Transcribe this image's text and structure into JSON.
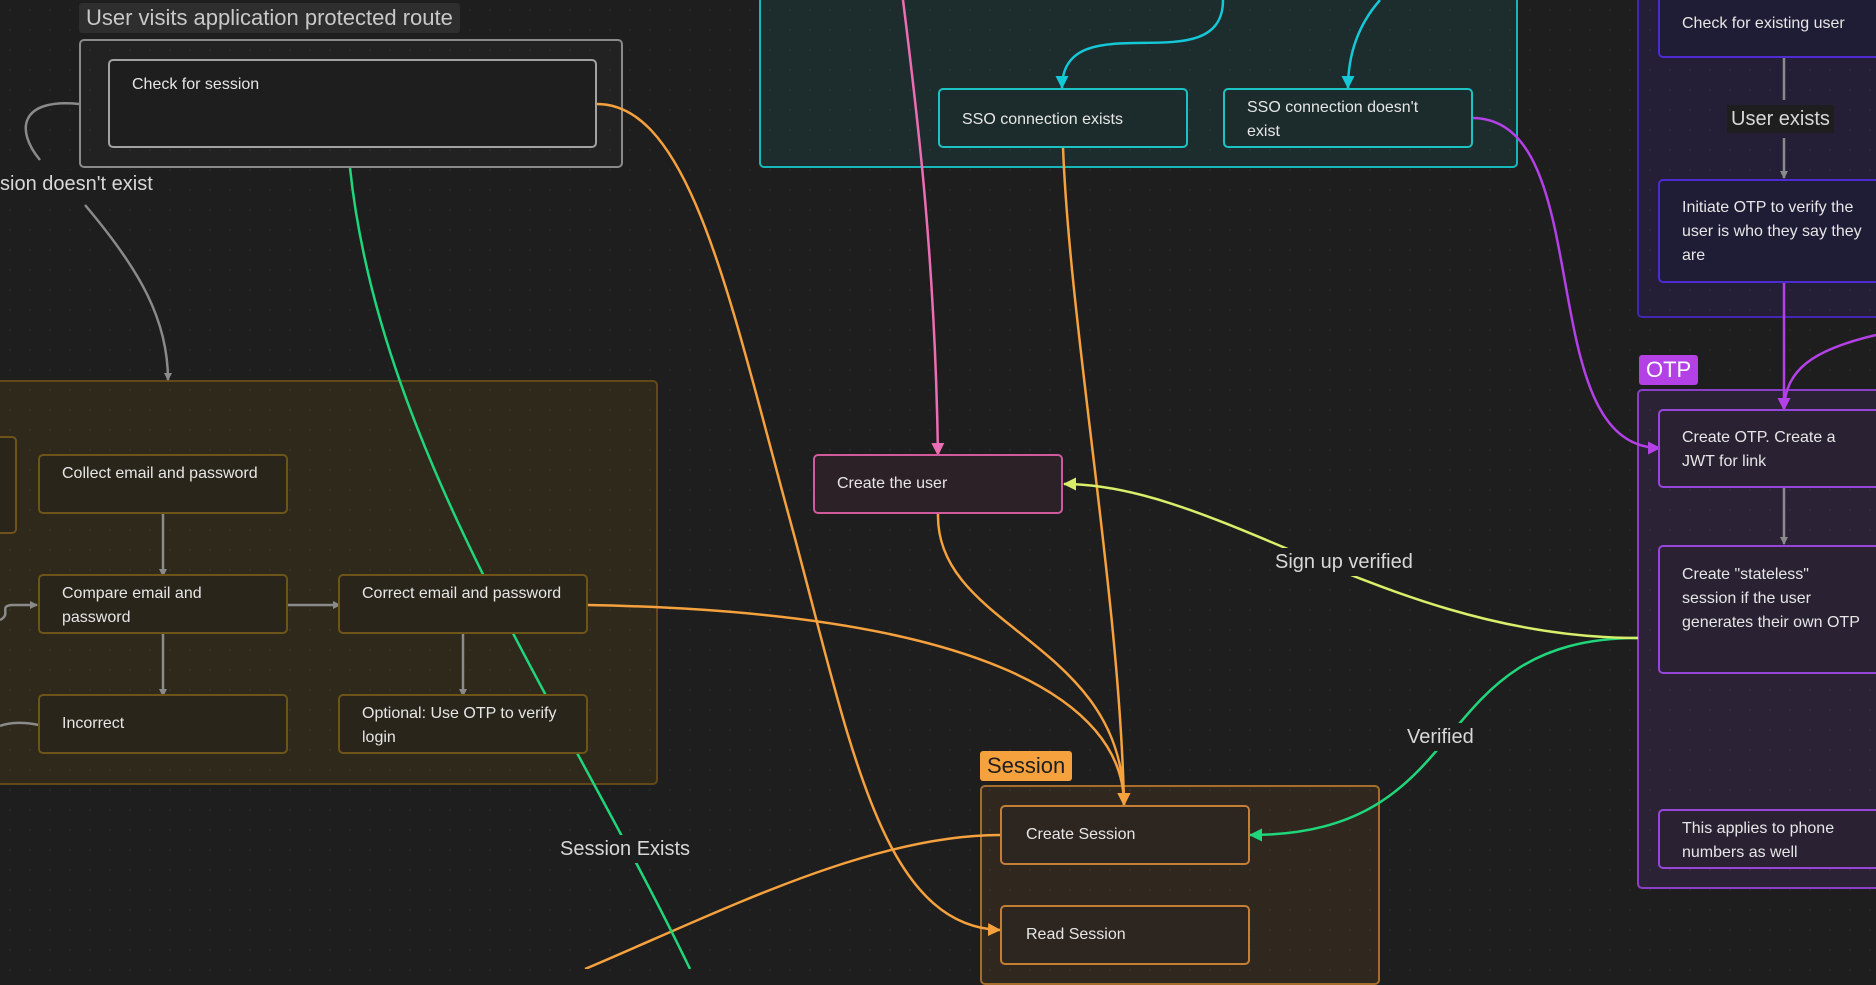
{
  "groups": {
    "user_visits": "User visits application protected route",
    "session": "Session",
    "otp": "OTP"
  },
  "nodes": {
    "check_session": "Check for session",
    "sso_exists": "SSO connection exists",
    "sso_not_exists": "SSO connection doesn't exist",
    "check_existing_user": "Check for existing user",
    "initiate_otp": "Initiate OTP to verify the user is who they say they are",
    "collect_email": "Collect email and password",
    "compare_email": "Compare email and password",
    "correct_email": "Correct email and password",
    "incorrect": "Incorrect",
    "optional_otp": "Optional: Use OTP to verify login",
    "create_user": "Create the user",
    "create_session": "Create Session",
    "read_session": "Read Session",
    "create_otp": "Create OTP. Create a JWT for link",
    "stateless_session": "Create \"stateless\" session if the user generates their own OTP",
    "phone_note": "This applies to phone numbers as well"
  },
  "edges": {
    "session_not_exist": "sion doesn't exist",
    "user_exists": "User exists",
    "sign_up_verified": "Sign up verified",
    "verified": "Verified",
    "session_exists": "Session Exists"
  },
  "colors": {
    "gray": "#8a8a8a",
    "teal": "#15b8b8",
    "orange": "#f5a13d",
    "green": "#1fd67a",
    "pink": "#ec6db4",
    "purple": "#b341e6",
    "lime": "#d9ee6a"
  }
}
